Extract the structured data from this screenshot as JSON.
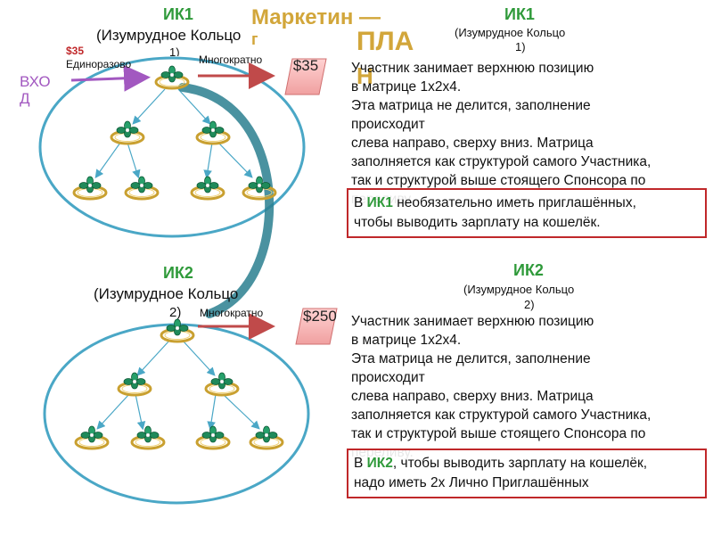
{
  "title": {
    "line1": "Маркетин —",
    "line2": "ПЛА",
    "line3": "Н",
    "hyphen_g": "г"
  },
  "left_top": {
    "ik": "ИК1",
    "name": "(Изумрудное Кольцо",
    "name_cut": "1)",
    "one_time_price": "$35",
    "one_time_label": "Единоразово",
    "entry": "ВХОД",
    "multi_label": "Многократно",
    "price_tag": "$35"
  },
  "left_bottom": {
    "ik": "ИК2",
    "name": "(Изумрудное Кольцо",
    "name_cut": "2)",
    "multi_label": "Многократно",
    "price_tag": "$250"
  },
  "right_top": {
    "ik": "ИК1",
    "name": "(Изумрудное Кольцо",
    "name_close": "1)",
    "paragraph": "Участник занимает верхнюю позицию\nв матрице 1х2х4.\nЭта матрица не делится, заполнение\nпроисходит\nслева направо, сверху вниз. Матрица\nзаполняется как структурой самого Участника,\nтак и структурой выше стоящего Спонсора по\nпереливу.",
    "box_prefix": "В",
    "box_ik": "ИК1",
    "box_text": " необязательно иметь приглашённых,\nчтобы выводить зарплату на кошелёк."
  },
  "right_bottom": {
    "ik": "ИК2",
    "name": "(Изумрудное Кольцо",
    "name_close": "2)",
    "paragraph": "Участник занимает верхнюю позицию\nв матрице 1х2х4.\nЭта матрица не делится, заполнение\nпроисходит\nслева направо, сверху вниз. Матрица\nзаполняется как структурой самого Участника,\nтак и структурой выше стоящего Спонсора по\nпереливу.",
    "box_prefix": "В",
    "box_ik": "ИК2",
    "box_text": ", чтобы выводить зарплату на кошелёк,\nнадо иметь 2х Лично Приглашённых"
  },
  "colors": {
    "green": "#2f9a3a",
    "olive": "#d2a63a",
    "ellipse": "#4aa7c6",
    "arrow_red": "#c04a4a",
    "entry_purple": "#a258c0",
    "box_border": "#c0282a"
  }
}
